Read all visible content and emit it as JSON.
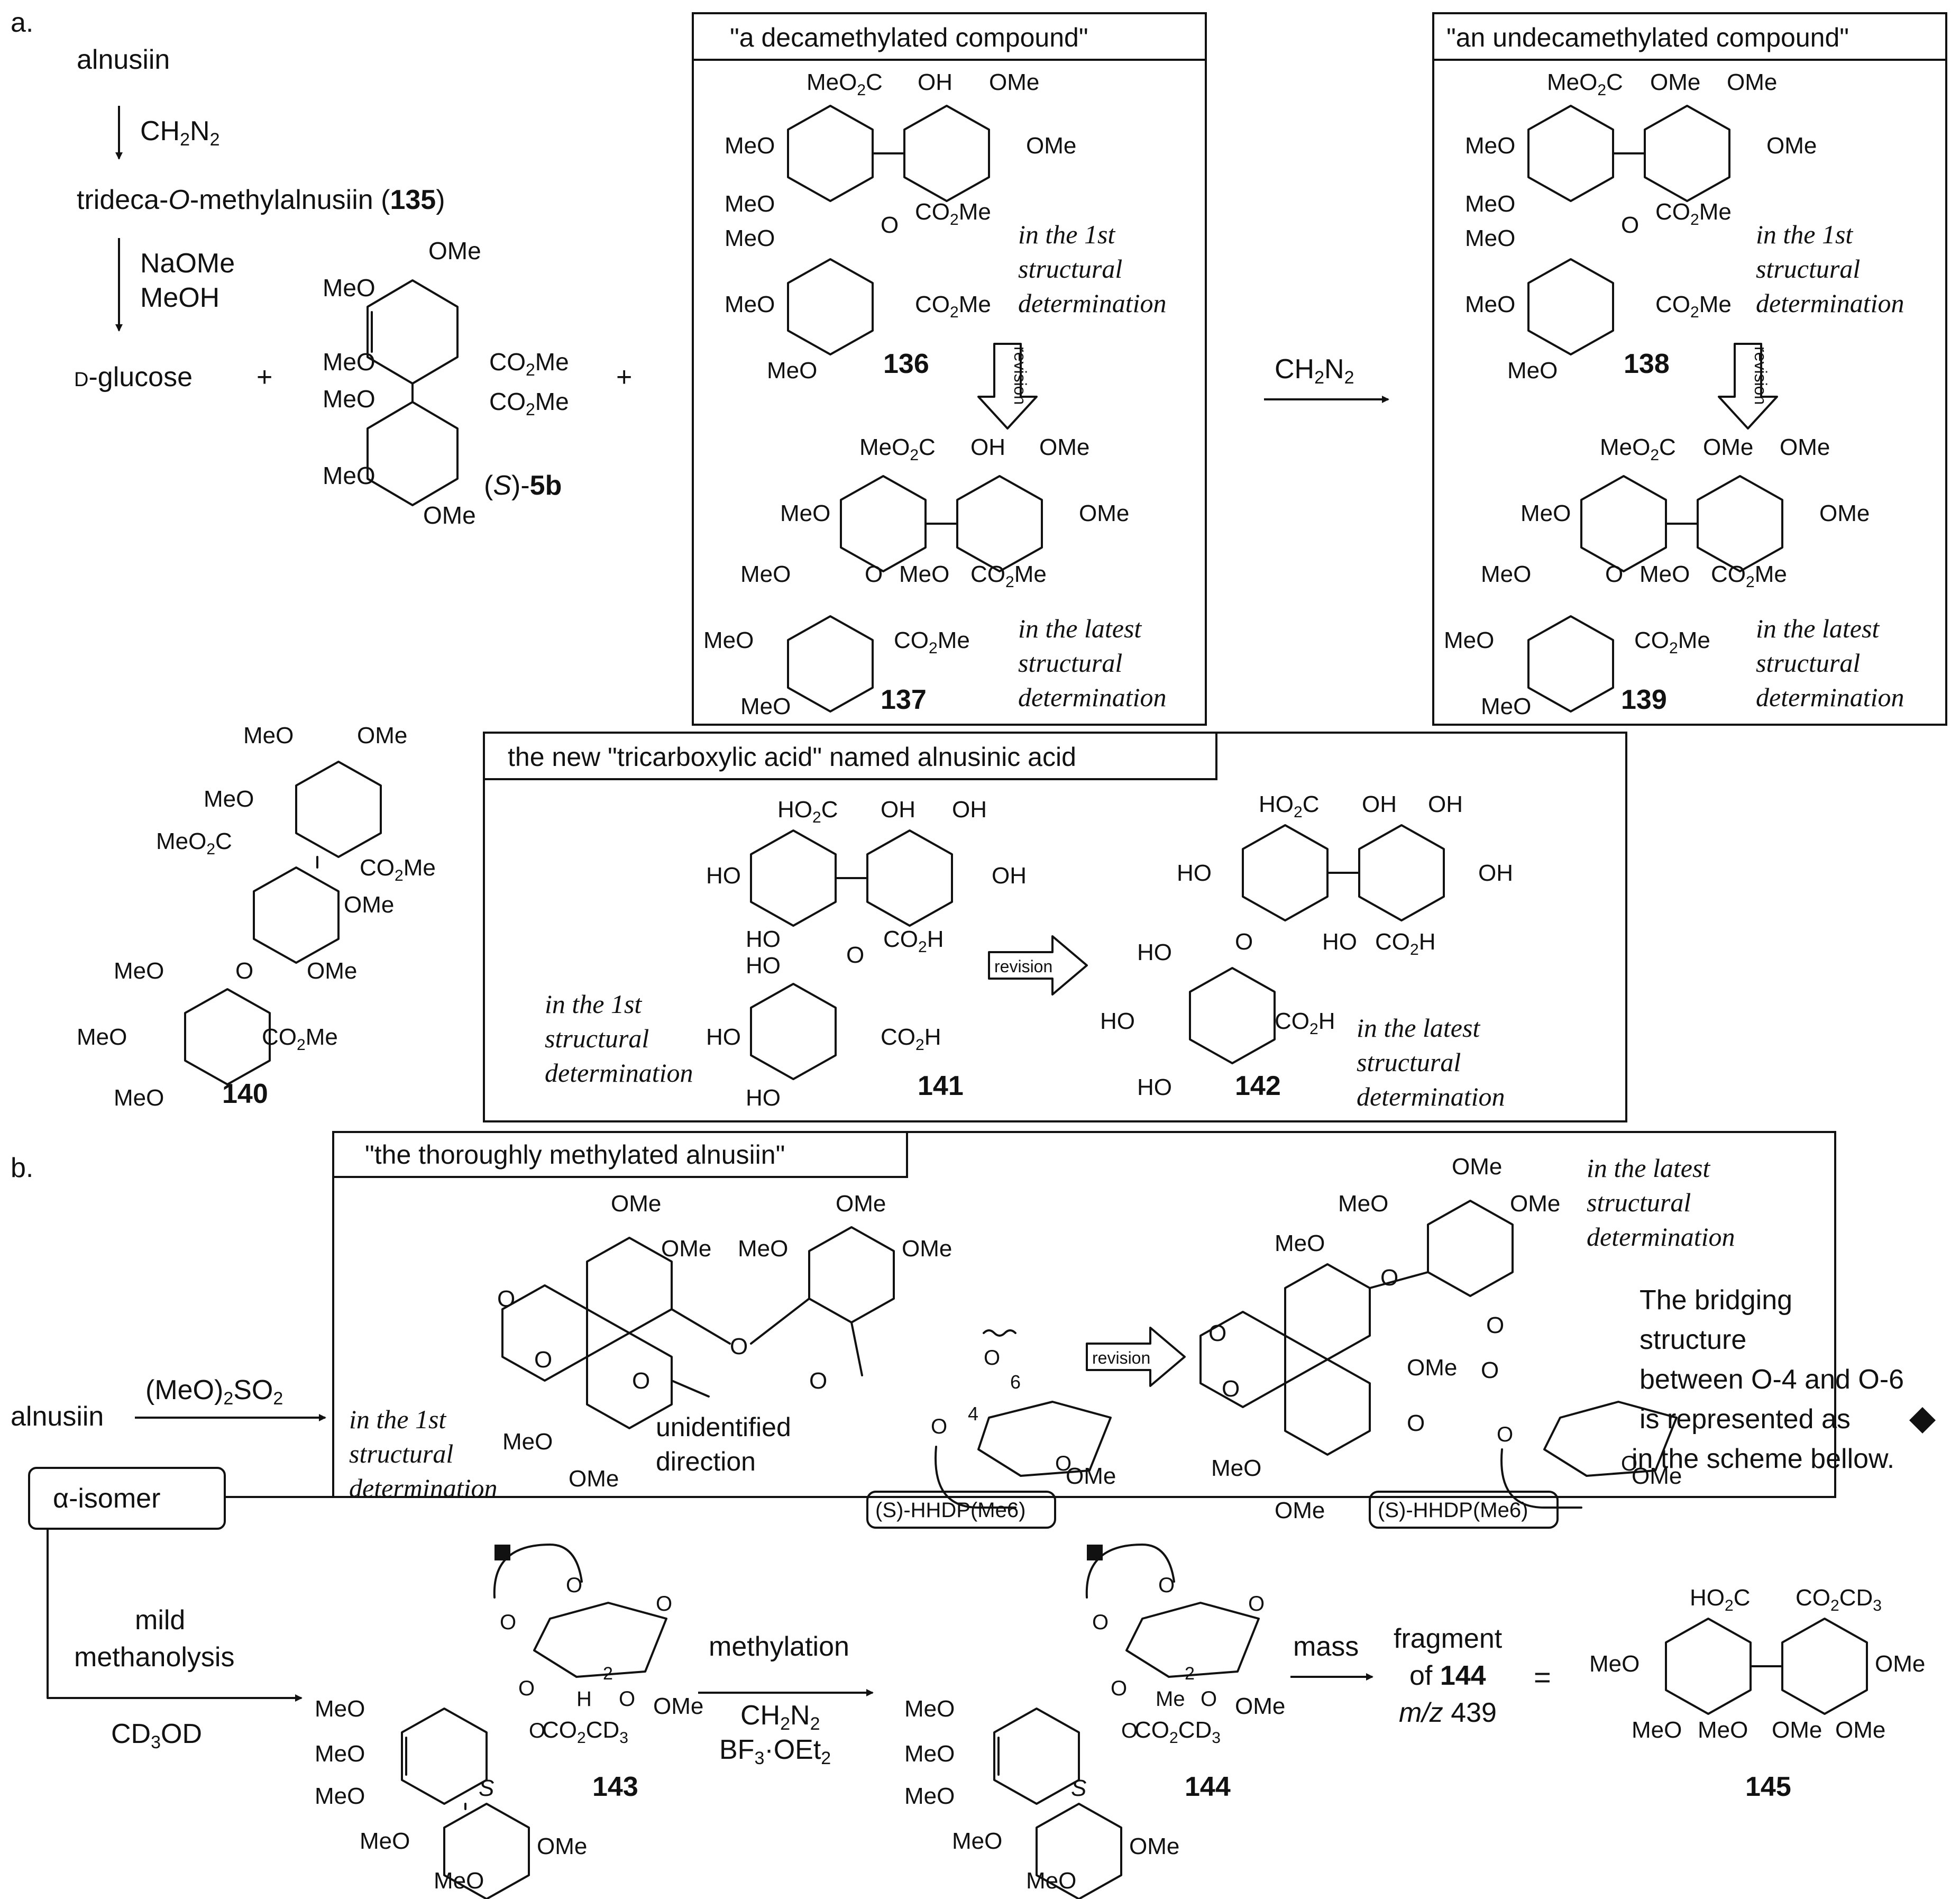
{
  "colors": {
    "ink": "#111111",
    "background": "#ffffff"
  },
  "section_a": {
    "label": "a.",
    "start": "alnusiin",
    "reagent1": "CH2N2",
    "product135_pre": "trideca-",
    "product135_o": "O",
    "product135_mid": "-methylalnusiin (",
    "product135_num": "135",
    "product135_close": ")",
    "reagent2_line1": "NaOMe",
    "reagent2_line2": "MeOH",
    "glucose_prefix": "D",
    "glucose_suffix": "-glucose",
    "plus": "+",
    "s5b_prefix": "(",
    "s5b_s": "S",
    "s5b_close": ")-",
    "s5b_num": "5b",
    "box1_title": "\"a decamethylated compound\"",
    "box2_title": "\"an undecamethylated compound\"",
    "box3_title": "the new \"tricarboxylic acid\" named alnusinic acid",
    "reagent_mid": "CH2N2",
    "revision": "revision",
    "first_l1": "in the 1st",
    "first_l2": "structural",
    "first_l3": "determination",
    "latest_l1": "in the latest",
    "latest_l2": "structural",
    "latest_l3": "determination",
    "compounds": [
      "136",
      "137",
      "138",
      "139",
      "140",
      "141",
      "142"
    ]
  },
  "section_b": {
    "label": "b.",
    "box_title": "\"the thoroughly methylated alnusiin\"",
    "start": "alnusiin",
    "reagent": "(MeO)2SO2",
    "isomer": "α-isomer",
    "unidentified_l1": "unidentified",
    "unidentified_l2": "direction",
    "hhdp": "(S)-HHDP(Me6)",
    "bridging_l1": "The bridging",
    "bridging_l2": "structure",
    "bridging_l3": "between O-4 and O-6",
    "bridging_l4": "is represented as",
    "bridging_l5": "in the scheme bellow.",
    "mild_l1": "mild",
    "mild_l2": "methanolysis",
    "cd3od": "CD3OD",
    "methylation": "methylation",
    "meth_r1": "CH2N2",
    "meth_r2": "BF3·OEt2",
    "mass": "mass",
    "fragment_l1": "fragment",
    "fragment_l2_pre": "of ",
    "fragment_l2_num": "144",
    "fragment_l3_mz": "m/z",
    "fragment_l3_val": " 439",
    "equals": "=",
    "compounds": [
      "143",
      "144",
      "145"
    ]
  }
}
